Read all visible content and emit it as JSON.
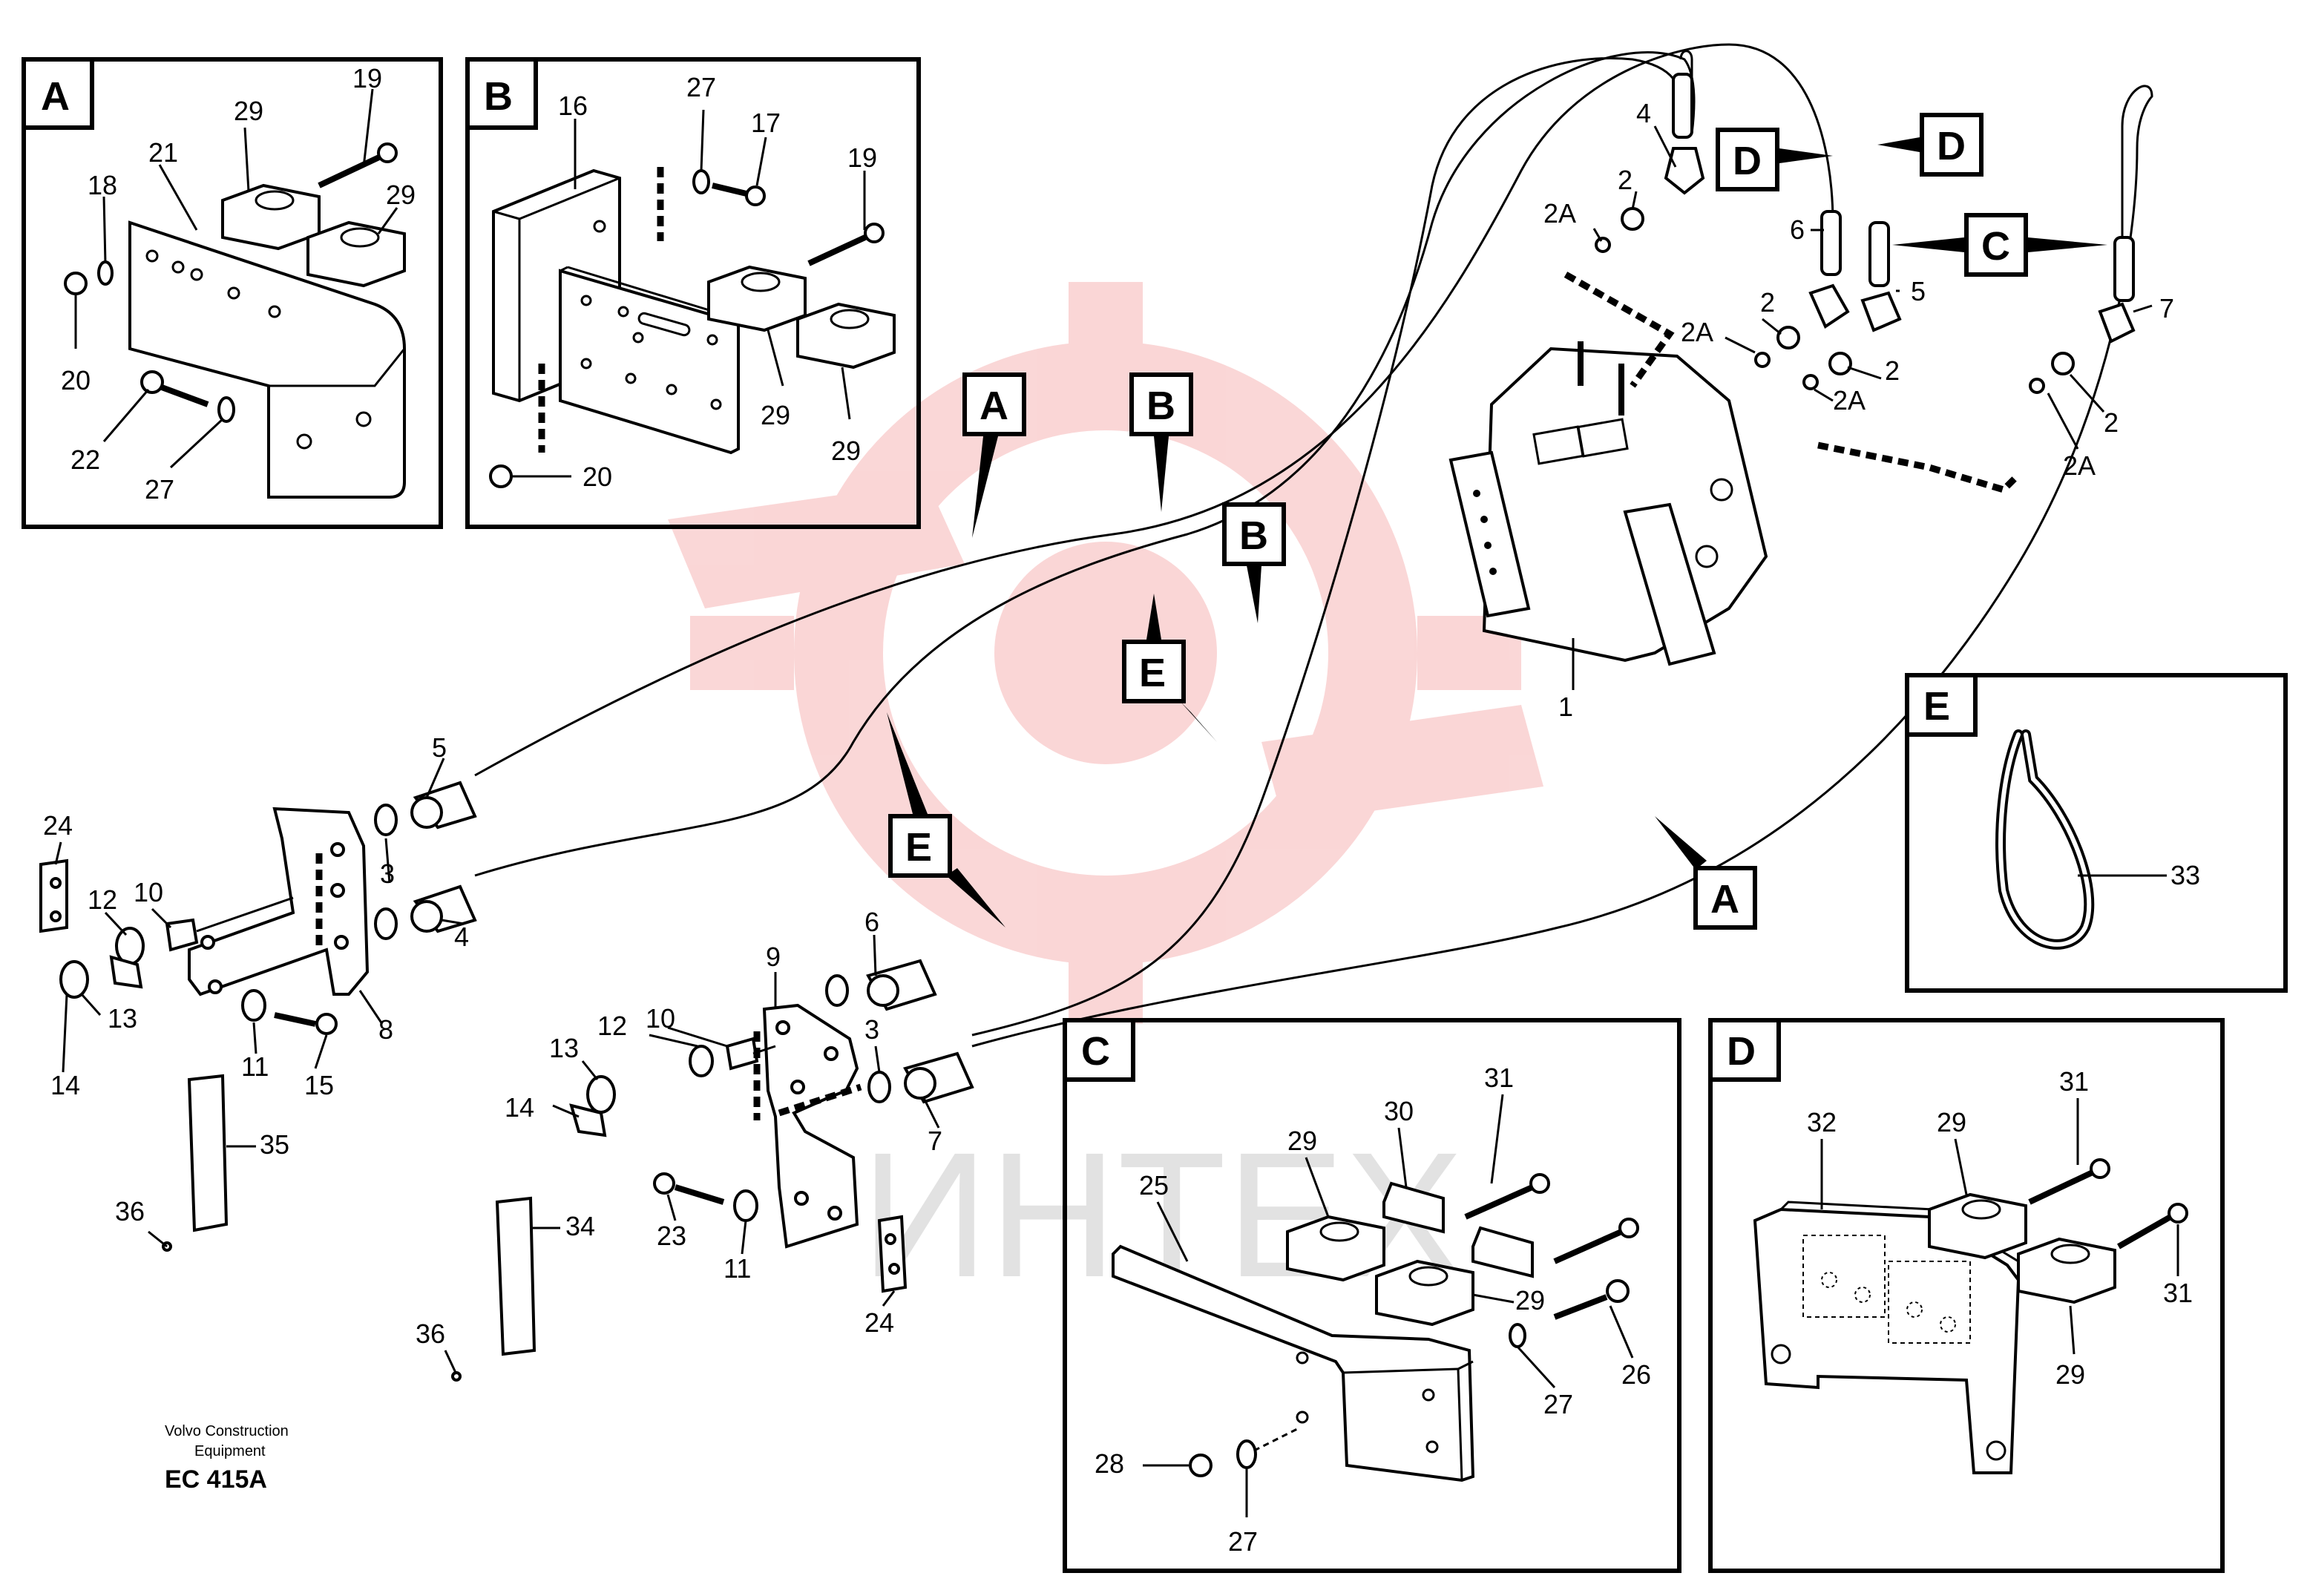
{
  "footer": {
    "maker_line1": "Volvo Construction",
    "maker_line2": "Equipment",
    "drawing_code": "EC 415A"
  },
  "watermark": {
    "text": "ИНТЕХ",
    "color": "#f6b6b6"
  },
  "details": {
    "A": {
      "letter": "A",
      "labels": [
        "19",
        "29",
        "21",
        "18",
        "29",
        "20",
        "22",
        "27"
      ]
    },
    "B": {
      "letter": "B",
      "labels": [
        "16",
        "27",
        "17",
        "19",
        "29",
        "29",
        "20"
      ]
    },
    "C": {
      "letter": "C",
      "labels": [
        "31",
        "30",
        "29",
        "25",
        "29",
        "26",
        "27",
        "28",
        "27"
      ]
    },
    "D": {
      "letter": "D",
      "labels": [
        "29",
        "31",
        "32",
        "31",
        "29"
      ]
    },
    "E": {
      "letter": "E",
      "labels": [
        "33"
      ]
    }
  },
  "main": {
    "labels": {
      "l4": "4",
      "l2a": "2",
      "l2Aa": "2A",
      "l6": "6",
      "l2b": "2",
      "l5": "5",
      "l7": "7",
      "l2Ab": "2A",
      "l2c": "2",
      "l2Ac": "2A",
      "l2d": "2",
      "l2Ad": "2A",
      "l1": "1",
      "l24a": "24",
      "l12a": "12",
      "l10a": "10",
      "l5b": "5",
      "l3a": "3",
      "l4b": "4",
      "l13a": "13",
      "l14a": "14",
      "l11a": "11",
      "l15": "15",
      "l8": "8",
      "l9": "9",
      "l6b": "6",
      "l13b": "13",
      "l12b": "12",
      "l10b": "10",
      "l3b": "3",
      "l14b": "14",
      "l7b": "7",
      "l23": "23",
      "l11b": "11",
      "l24b": "24",
      "l35": "35",
      "l36a": "36",
      "l34": "34",
      "l36b": "36"
    },
    "callouts": {
      "A1": "A",
      "B1": "B",
      "B2": "B",
      "E1": "E",
      "E2": "E",
      "D1": "D",
      "D2": "D",
      "C1": "C",
      "A2": "A"
    }
  }
}
